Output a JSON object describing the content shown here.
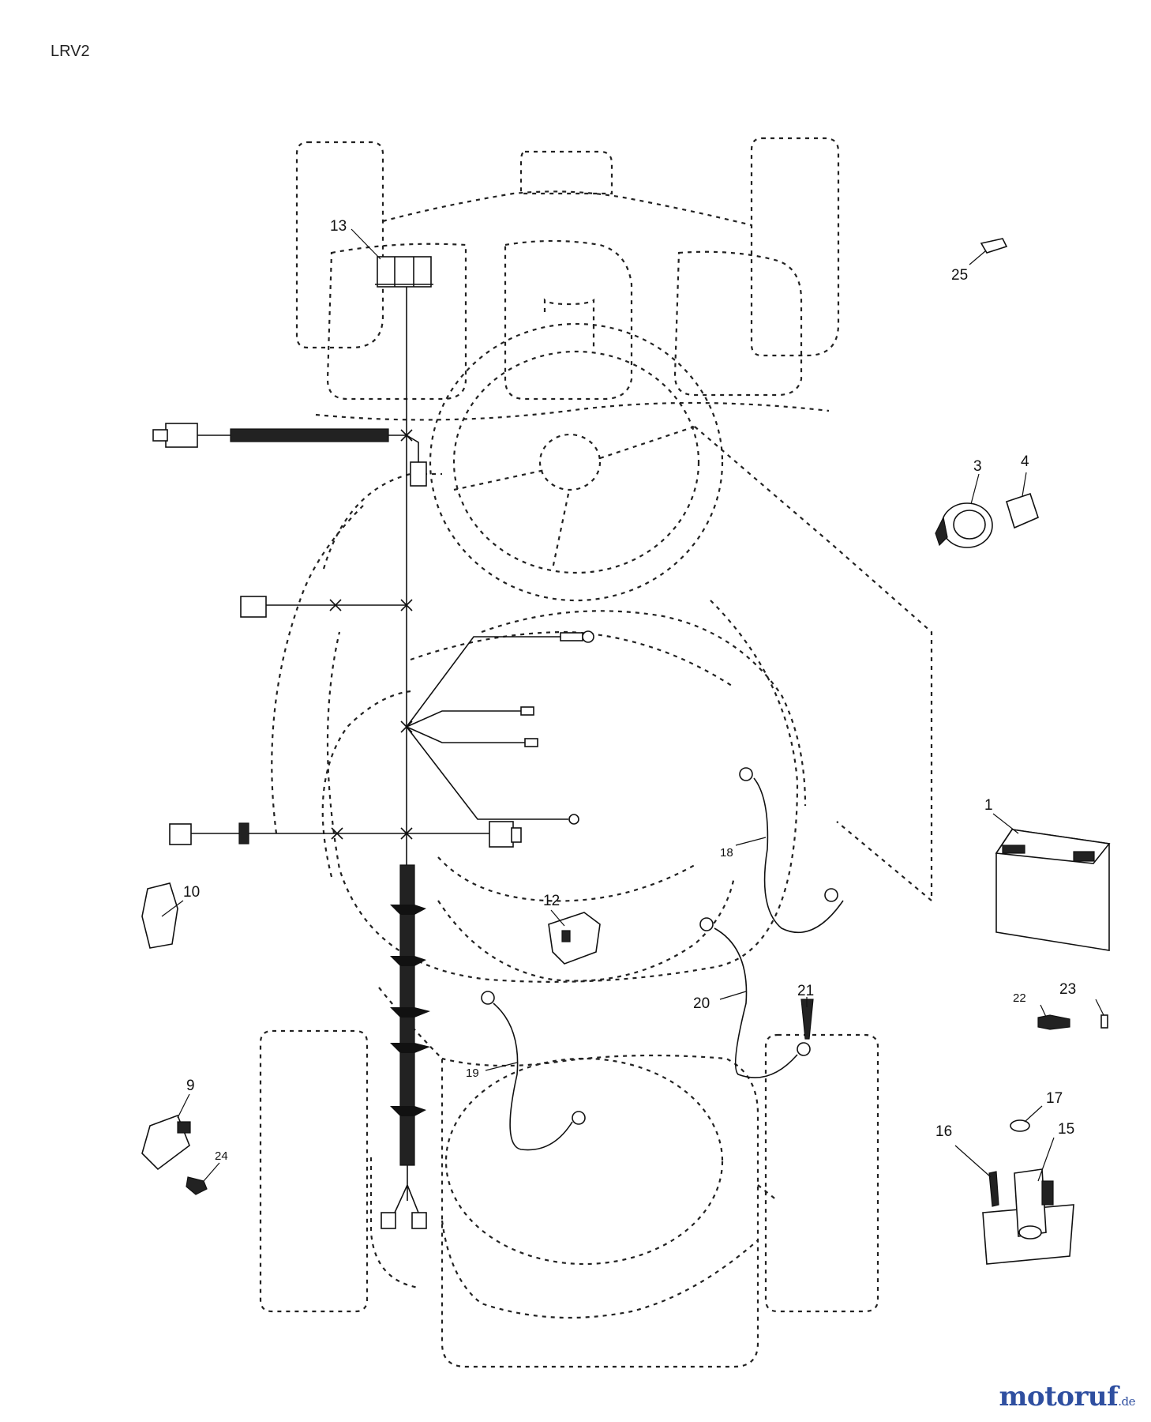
{
  "page_code": "LRV2",
  "watermark": {
    "main": "motoruf",
    "tld": ".de"
  },
  "callouts": [
    {
      "id": "c1",
      "text": "1"
    },
    {
      "id": "c3",
      "text": "3"
    },
    {
      "id": "c4",
      "text": "4"
    },
    {
      "id": "c9",
      "text": "9"
    },
    {
      "id": "c10",
      "text": "10"
    },
    {
      "id": "c12",
      "text": "12"
    },
    {
      "id": "c13",
      "text": "13"
    },
    {
      "id": "c15",
      "text": "15"
    },
    {
      "id": "c16",
      "text": "16"
    },
    {
      "id": "c17",
      "text": "17"
    },
    {
      "id": "c18",
      "text": "18"
    },
    {
      "id": "c19",
      "text": "19"
    },
    {
      "id": "c20",
      "text": "20"
    },
    {
      "id": "c21",
      "text": "21"
    },
    {
      "id": "c22",
      "text": "22"
    },
    {
      "id": "c23",
      "text": "23"
    },
    {
      "id": "c24",
      "text": "24"
    },
    {
      "id": "c25",
      "text": "25"
    }
  ]
}
